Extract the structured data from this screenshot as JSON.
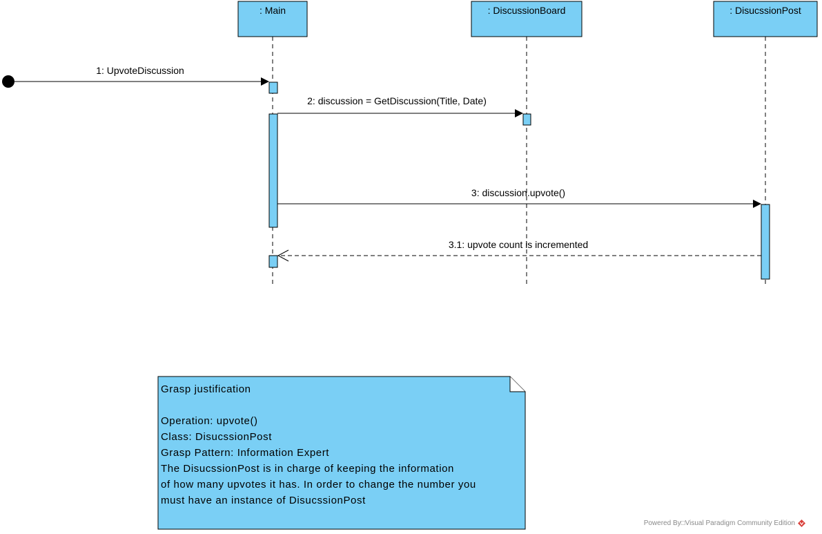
{
  "lifelines": [
    {
      "id": "main",
      "label": ": Main"
    },
    {
      "id": "board",
      "label": ": DiscussionBoard"
    },
    {
      "id": "post",
      "label": ": DisucssionPost"
    }
  ],
  "messages": [
    {
      "label": "1: UpvoteDiscussion"
    },
    {
      "label": "2: discussion = GetDiscussion(Title, Date)"
    },
    {
      "label": "3: discussion.upvote()"
    },
    {
      "label": "3.1: upvote count is incremented"
    }
  ],
  "note": {
    "lines": [
      "Grasp justification",
      "",
      "Operation: upvote()",
      "Class: DisucssionPost",
      "Grasp Pattern: Information Expert",
      "The DisucssionPost is in charge of keeping the information",
      "of how many upvotes it has. In order to change the number you",
      "must have an instance of DisucssionPost"
    ]
  },
  "footer": {
    "text": "Powered By□Visual Paradigm Community Edition"
  },
  "colors": {
    "fill": "#7acff5",
    "stroke": "#000000",
    "footer": "#8a8a8a",
    "logo": "#d9413b"
  }
}
